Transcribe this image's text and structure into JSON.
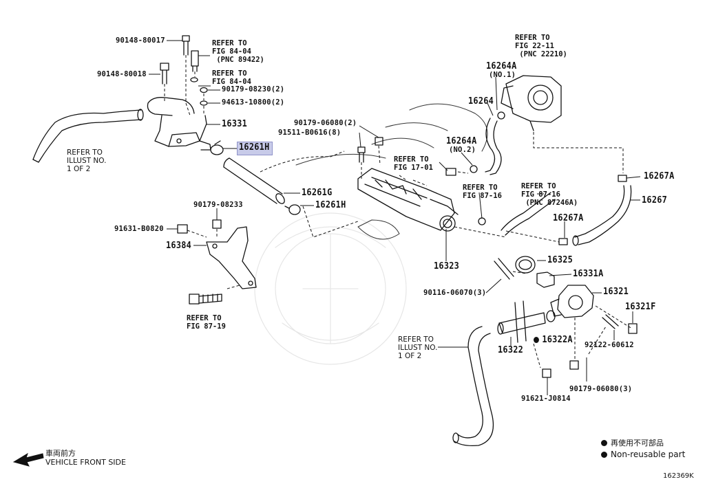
{
  "highlight": "16261H",
  "callouts": {
    "p90148_80017": "90148-80017",
    "p90148_80018": "90148-80018",
    "p90179_08230": "90179-08230(2)",
    "p94613_10800": "94613-10800(2)",
    "p16331": "16331",
    "p16261H_a": "16261H",
    "p16261G": "16261G",
    "p16261H_b": "16261H",
    "p90179_08233": "90179-08233",
    "p91631_B0820": "91631-B0820",
    "p16384": "16384",
    "p90179_06080_2": "90179-06080(2)",
    "p91511_B0616": "91511-B0616(8)",
    "p16323": "16323",
    "p16264A_1": "16264A",
    "p16264A_1_sub": "(NO.1)",
    "p16264": "16264",
    "p16264A_2": "16264A",
    "p16264A_2_sub": "(NO.2)",
    "p16267A_a": "16267A",
    "p16267": "16267",
    "p16267A_b": "16267A",
    "p16325": "16325",
    "p16331A": "16331A",
    "p90116_06070": "90116-06070(3)",
    "p16321": "16321",
    "p16321F": "16321F",
    "p16322A": "16322A",
    "p16322": "16322",
    "p92122_60612": "92122-60612",
    "p90179_06080_3": "90179-06080(3)",
    "p91621_J0814": "91621-J0814"
  },
  "refs": {
    "r_fig84_04a": "REFER TO\nFIG 84-04\n (PNC 89422)",
    "r_fig84_04b": "REFER TO\nFIG 84-04",
    "r_illust_top": "REFER TO\nILLUST NO.\n1 OF 2",
    "r_fig22_11": "REFER TO\nFIG 22-11\n (PNC 22210)",
    "r_fig17_01": "REFER TO\nFIG 17-01",
    "r_fig87_16a": "REFER TO\nFIG 87-16",
    "r_fig87_16b": "REFER TO\nFIG 87-16\n (PNC 87246A)",
    "r_fig87_19": "REFER TO\nFIG 87-19",
    "r_illust_bottom": "REFER TO\nILLUST NO.\n1 OF 2"
  },
  "footer": {
    "front_jp": "車両前方",
    "front_en": "VEHICLE FRONT SIDE",
    "legend_jp": "再使用不可部品",
    "legend_en": "Non-reusable part",
    "diagram_id": "162369K"
  }
}
